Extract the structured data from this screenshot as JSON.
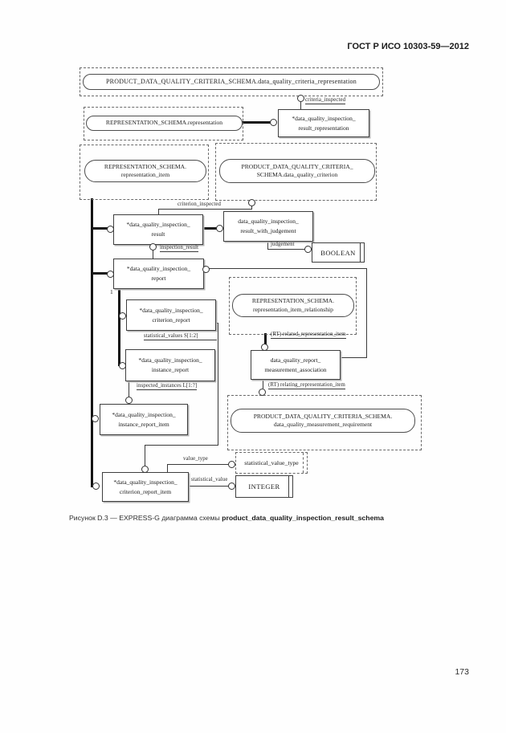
{
  "page": {
    "header": "ГОСТ Р ИСО 10303-59—2012",
    "page_number": "173",
    "caption_prefix": "Рисунок D.3 — EXPRESS-G диаграмма схемы ",
    "caption_schema": "product_data_quality_inspection_result_schema"
  },
  "diagram": {
    "schema_refs": {
      "criteria_representation": "PRODUCT_DATA_QUALITY_CRITERIA_SCHEMA.data_quality_criteria_representation",
      "representation": "REPRESENTATION_SCHEMA.representation",
      "representation_item": "REPRESENTATION_SCHEMA.\nrepresentation_item",
      "data_quality_criterion": "PRODUCT_DATA_QUALITY_CRITERIA_\nSCHEMA.data_quality_criterion",
      "representation_item_relationship": "REPRESENTATION_SCHEMA.\nrepresentation_item_relationship",
      "measurement_requirement": "PRODUCT_DATA_QUALITY_CRITERIA_SCHEMA.\ndata_quality_measurement_requirement"
    },
    "entities": {
      "result_representation": "*data_quality_inspection_\nresult_representation",
      "result": "*data_quality_inspection_\nresult",
      "result_with_judgement": "data_quality_inspection_\nresult_with_judgement",
      "report": "*data_quality_inspection_\nreport",
      "criterion_report": "*data_quality_inspection_\ncriterion_report",
      "instance_report": "*data_quality_inspection_\ninstance_report",
      "instance_report_item": "*data_quality_inspection_\ninstance_report_item",
      "criterion_report_item": "*data_quality_inspection_\ncriterion_report_item",
      "measurement_association": "data_quality_report_\nmeasurement_association"
    },
    "types": {
      "boolean": "BOOLEAN",
      "integer": "INTEGER",
      "statistical_value_type": "statistical_value_type"
    },
    "labels": {
      "criteria_inspected": "criteria_inspected",
      "criterion_inspected": "criterion_inspected",
      "inspection_result": "inspection_result",
      "judgement": "judgement",
      "one": "1",
      "statistical_values": "statistical_values  S[1:2]",
      "inspected_instances": "inspected_instances  L[1:?]",
      "related_representation_item": "(RT) related_representation_item",
      "relating_representation_item": "(RT) relating_representation_item",
      "value_type": "value_type",
      "statistical_value": "statistical_value"
    }
  }
}
